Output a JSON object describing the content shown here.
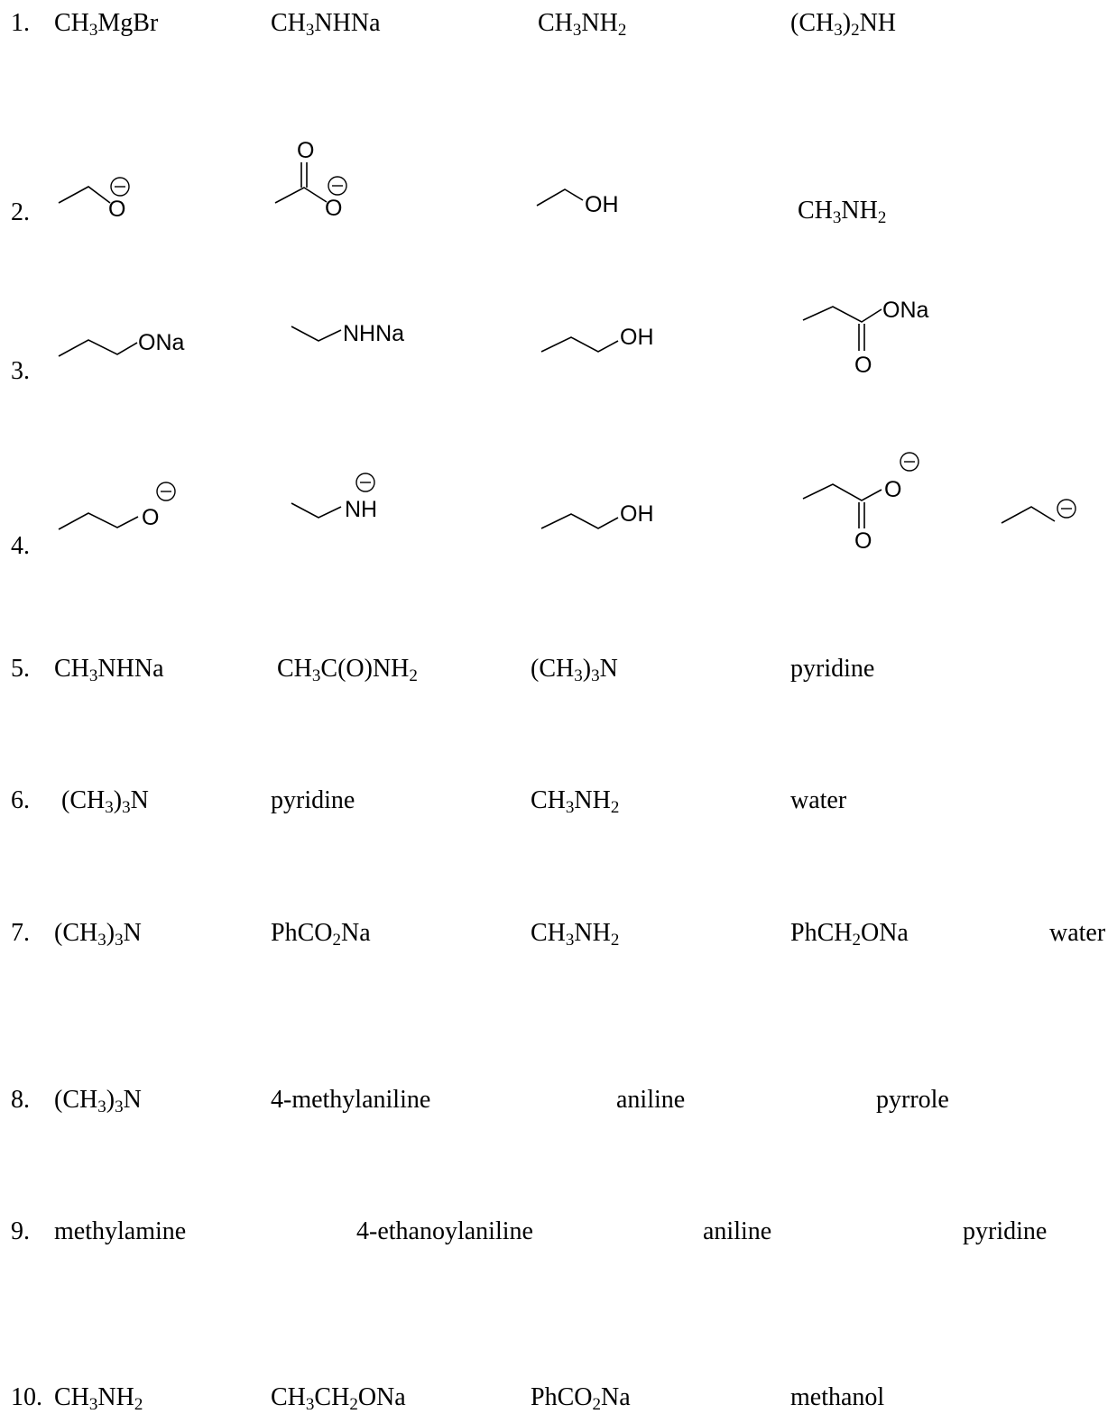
{
  "rows": [
    {
      "number": "1.",
      "items": [
        {
          "base": "CH",
          "sub1": "3",
          "rest": "MgBr"
        },
        {
          "base": "CH",
          "sub1": "3",
          "rest": "NHNa"
        },
        {
          "base": "CH",
          "sub1": "3",
          "mid": "NH",
          "sub2": "2"
        },
        {
          "base": "(CH",
          "sub1": "3",
          "mid": ")",
          "sub2": "2",
          "rest": "NH"
        }
      ]
    },
    {
      "number": "2.",
      "structures": {
        "ethoxide_o": "O",
        "acetate_o_top": "O",
        "acetate_o": "O",
        "ethanol_oh": "OH"
      },
      "text_item": {
        "base": "CH",
        "sub1": "3",
        "mid": "NH",
        "sub2": "2"
      }
    },
    {
      "number": "3.",
      "structures": {
        "propoxide_ona": "ONa",
        "ethylamide_nhna": "NHNa",
        "propanol_oh": "OH",
        "propanoate_ona": "ONa",
        "propanoate_o": "O"
      }
    },
    {
      "number": "4.",
      "structures": {
        "propoxide_o": "O",
        "ethylamide_nh": "NH",
        "propanol_oh": "OH",
        "propanoate_o_top": "O",
        "propanoate_o": "O"
      }
    },
    {
      "number": "5.",
      "items": [
        {
          "base": "CH",
          "sub1": "3",
          "rest": "NHNa"
        },
        {
          "base": "CH",
          "sub1": "3",
          "mid": "C(O)NH",
          "sub2": "2"
        },
        {
          "base": "(CH",
          "sub1": "3",
          "mid": ")",
          "sub2": "3",
          "rest": "N"
        },
        {
          "base": "pyridine"
        }
      ]
    },
    {
      "number": "6.",
      "items": [
        {
          "base": "(CH",
          "sub1": "3",
          "mid": ")",
          "sub2": "3",
          "rest": "N"
        },
        {
          "base": "pyridine"
        },
        {
          "base": "CH",
          "sub1": "3",
          "mid": "NH",
          "sub2": "2"
        },
        {
          "base": "water"
        }
      ]
    },
    {
      "number": "7.",
      "items": [
        {
          "base": "(CH",
          "sub1": "3",
          "mid": ")",
          "sub2": "3",
          "rest": "N"
        },
        {
          "base": "PhCO",
          "sub1": "2",
          "rest": "Na"
        },
        {
          "base": "CH",
          "sub1": "3",
          "mid": "NH",
          "sub2": "2"
        },
        {
          "base": "PhCH",
          "sub1": "2",
          "rest": "ONa"
        },
        {
          "base": "water"
        }
      ]
    },
    {
      "number": "8.",
      "items": [
        {
          "base": "(CH",
          "sub1": "3",
          "mid": ")",
          "sub2": "3",
          "rest": "N"
        },
        {
          "base": "4-methylaniline"
        },
        {
          "base": "aniline"
        },
        {
          "base": "pyrrole"
        }
      ]
    },
    {
      "number": "9.",
      "items": [
        {
          "base": "methylamine"
        },
        {
          "base": "4-ethanoylaniline"
        },
        {
          "base": "aniline"
        },
        {
          "base": "pyridine"
        }
      ]
    },
    {
      "number": "10.",
      "items": [
        {
          "base": "CH",
          "sub1": "3",
          "mid": "NH",
          "sub2": "2"
        },
        {
          "base": "CH",
          "sub1": "3",
          "mid": "CH",
          "sub2": "2",
          "rest": "ONa"
        },
        {
          "base": "PhCO",
          "sub1": "2",
          "rest": "Na"
        },
        {
          "base": "methanol"
        }
      ]
    }
  ],
  "charge_symbol": "−"
}
